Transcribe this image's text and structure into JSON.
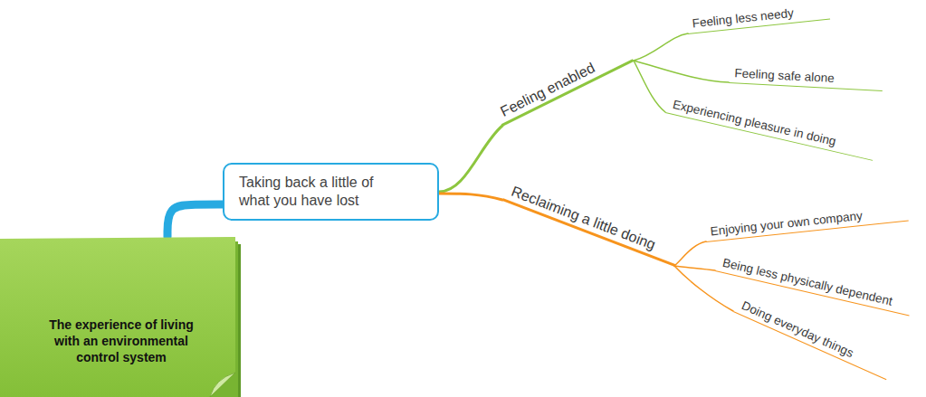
{
  "diagram": {
    "nodes": [
      {
        "text": [
          "The experience of living with an environmental control system"
        ]
      },
      {
        "text": [
          "Taking back a little of what you have lost"
        ]
      }
    ],
    "edges": [
      {
        "from": 0,
        "to": 1,
        "arrow": "none"
      }
    ],
    "labels": [
      "Feeling enabled",
      "Feeling less needy",
      "Feeling safe alone",
      "Experiencing pleasure in doing",
      "Reclaiming a little doing",
      "Enjoying your own company",
      "Being less physically dependent",
      "Doing everyday things"
    ]
  }
}
